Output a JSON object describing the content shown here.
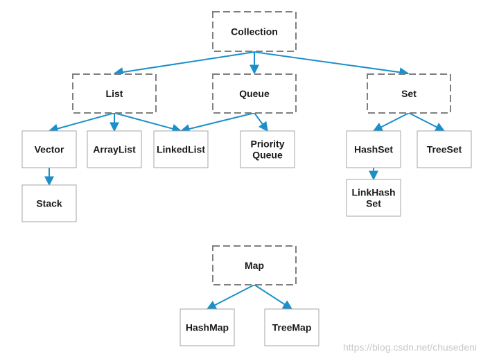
{
  "nodes": {
    "collection": {
      "label": [
        "Collection"
      ],
      "kind": "interface"
    },
    "list": {
      "label": [
        "List"
      ],
      "kind": "interface"
    },
    "queue": {
      "label": [
        "Queue"
      ],
      "kind": "interface"
    },
    "set": {
      "label": [
        "Set"
      ],
      "kind": "interface"
    },
    "vector": {
      "label": [
        "Vector"
      ],
      "kind": "class"
    },
    "arraylist": {
      "label": [
        "ArrayList"
      ],
      "kind": "class"
    },
    "linkedlist": {
      "label": [
        "LinkedList"
      ],
      "kind": "class"
    },
    "priorityqueue": {
      "label": [
        "Priority",
        "Queue"
      ],
      "kind": "class"
    },
    "hashset": {
      "label": [
        "HashSet"
      ],
      "kind": "class"
    },
    "treeset": {
      "label": [
        "TreeSet"
      ],
      "kind": "class"
    },
    "stack": {
      "label": [
        "Stack"
      ],
      "kind": "class"
    },
    "linkhashset": {
      "label": [
        "LinkHash",
        "Set"
      ],
      "kind": "class"
    },
    "map": {
      "label": [
        "Map"
      ],
      "kind": "interface"
    },
    "hashmap": {
      "label": [
        "HashMap"
      ],
      "kind": "class"
    },
    "treemap": {
      "label": [
        "TreeMap"
      ],
      "kind": "class"
    }
  },
  "edges": [
    [
      "collection",
      "list"
    ],
    [
      "collection",
      "queue"
    ],
    [
      "collection",
      "set"
    ],
    [
      "list",
      "vector"
    ],
    [
      "list",
      "arraylist"
    ],
    [
      "list",
      "linkedlist"
    ],
    [
      "queue",
      "linkedlist"
    ],
    [
      "queue",
      "priorityqueue"
    ],
    [
      "set",
      "hashset"
    ],
    [
      "set",
      "treeset"
    ],
    [
      "vector",
      "stack"
    ],
    [
      "hashset",
      "linkhashset"
    ],
    [
      "map",
      "hashmap"
    ],
    [
      "map",
      "treemap"
    ]
  ],
  "colors": {
    "arrow": "#1a8fc9",
    "interface_border": "#7f7f7f",
    "class_border": "#a6a6a6",
    "text": "#1a1a1a"
  },
  "watermark": "https://blog.csdn.net/chusedeni"
}
